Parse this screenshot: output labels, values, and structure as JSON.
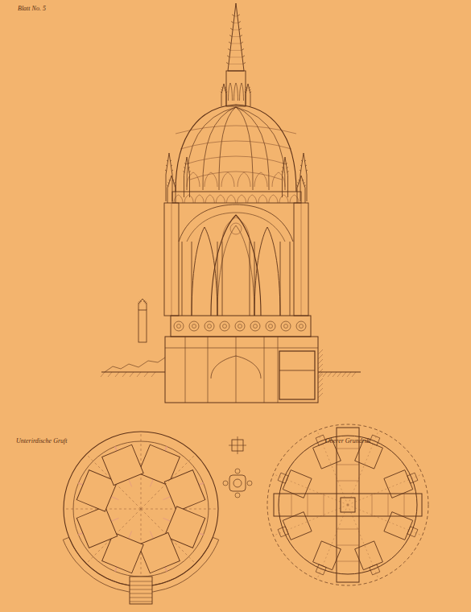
{
  "diagram": {
    "labels": [
      "Blatt No. 5",
      "Unterirdische Gruft",
      "Oberer Grundriß"
    ]
  }
}
